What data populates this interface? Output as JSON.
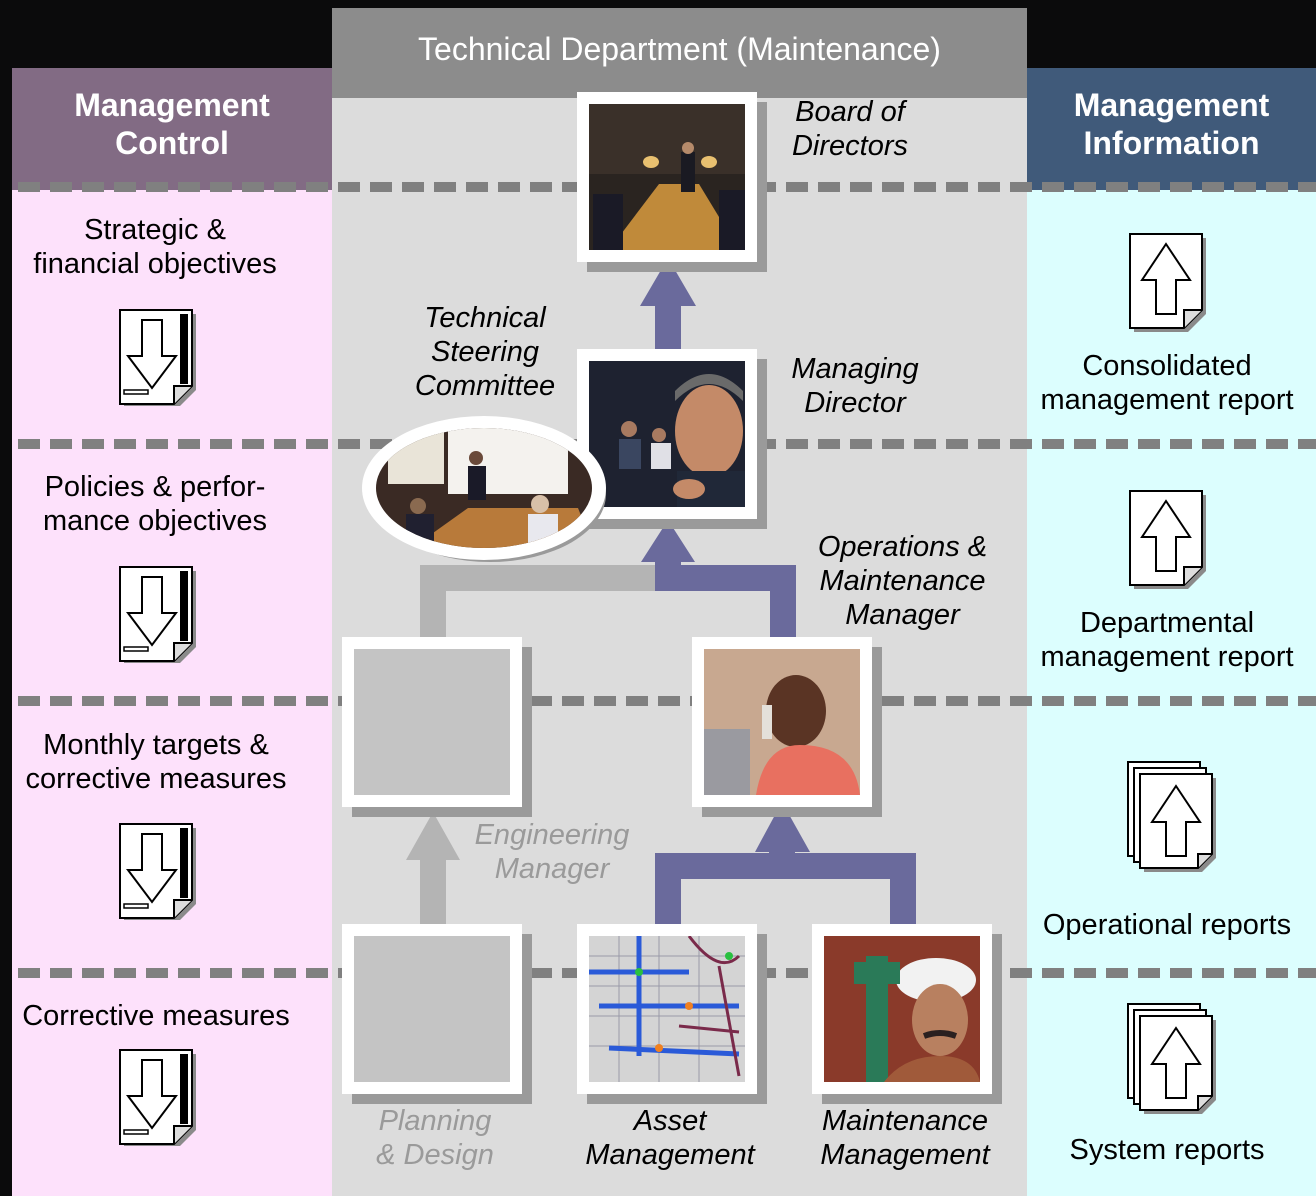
{
  "columns": {
    "left_title": [
      "Management",
      "Control"
    ],
    "center_title": "Technical Department (Maintenance)",
    "right_title": [
      "Management",
      "Information"
    ]
  },
  "levels": [
    {
      "control": [
        "Strategic &",
        "financial objectives"
      ],
      "information": [
        "Consolidated",
        "management report"
      ]
    },
    {
      "control": [
        "Policies & perfor-",
        "mance objectives"
      ],
      "information": [
        "Departmental",
        "management report"
      ]
    },
    {
      "control": [
        "Monthly targets &",
        "corrective measures"
      ],
      "information": [
        "Operational reports"
      ]
    },
    {
      "control": [
        "Corrective measures"
      ],
      "information": [
        "System reports"
      ]
    }
  ],
  "roles": {
    "board": [
      "Board of",
      "Directors"
    ],
    "managing_director": [
      "Managing",
      "Director"
    ],
    "steering_committee": [
      "Technical",
      "Steering",
      "Committee"
    ],
    "om_manager": [
      "Operations &",
      "Maintenance",
      "Manager"
    ],
    "engineering_manager": [
      "Engineering",
      "Manager"
    ],
    "planning_design": [
      "Planning",
      "& Design"
    ],
    "asset_management": [
      "Asset",
      "Management"
    ],
    "maintenance_management": [
      "Maintenance",
      "Management"
    ]
  },
  "colors": {
    "control_header": "#826b84",
    "control_body": "#fde1fb",
    "center_header": "#8c8c8c",
    "center_body": "#dcdcdc",
    "information_header": "#405a7a",
    "information_body": "#dcfefe",
    "arrow_active": "#6a6a9c",
    "arrow_inactive": "#b4b4b4"
  }
}
